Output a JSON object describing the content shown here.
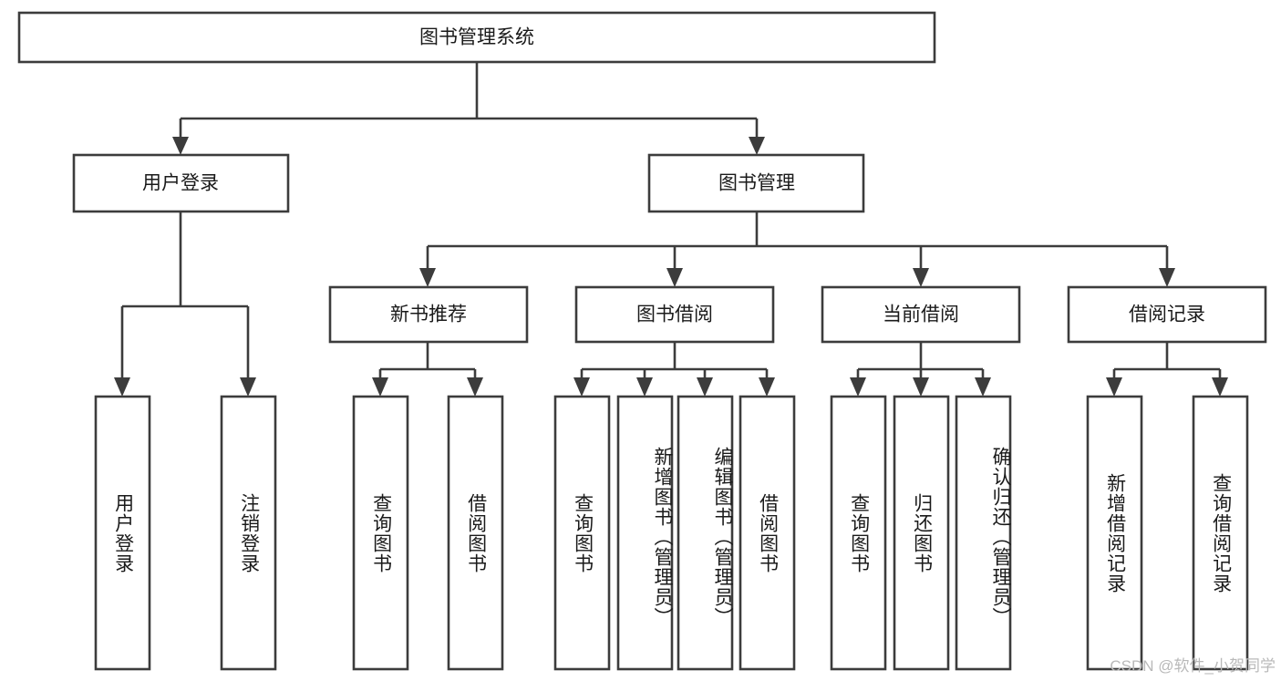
{
  "diagram": {
    "title": "图书管理系统",
    "type": "hierarchy-tree",
    "root": {
      "label": "图书管理系统"
    },
    "level2": [
      {
        "label": "用户登录"
      },
      {
        "label": "图书管理"
      }
    ],
    "level3": [
      {
        "label": "新书推荐"
      },
      {
        "label": "图书借阅"
      },
      {
        "label": "当前借阅"
      },
      {
        "label": "借阅记录"
      }
    ],
    "leaves": {
      "user_login": [
        "用户登录",
        "注销登录"
      ],
      "new_book_recommend": [
        "查询图书",
        "借阅图书"
      ],
      "book_borrow": [
        "查询图书",
        "新增图书（管理员）",
        "编辑图书（管理员）",
        "借阅图书"
      ],
      "current_borrow": [
        "查询图书",
        "归还图书",
        "确认归还（管理员）"
      ],
      "borrow_record": [
        "新增借阅记录",
        "查询借阅记录"
      ]
    }
  },
  "watermark": {
    "text": "CSDN @软件_小贺同学"
  },
  "colors": {
    "stroke": "#3c3c3c",
    "fill": "#ffffff",
    "text": "#1a1a1a",
    "watermark": "#b9b9b9"
  }
}
